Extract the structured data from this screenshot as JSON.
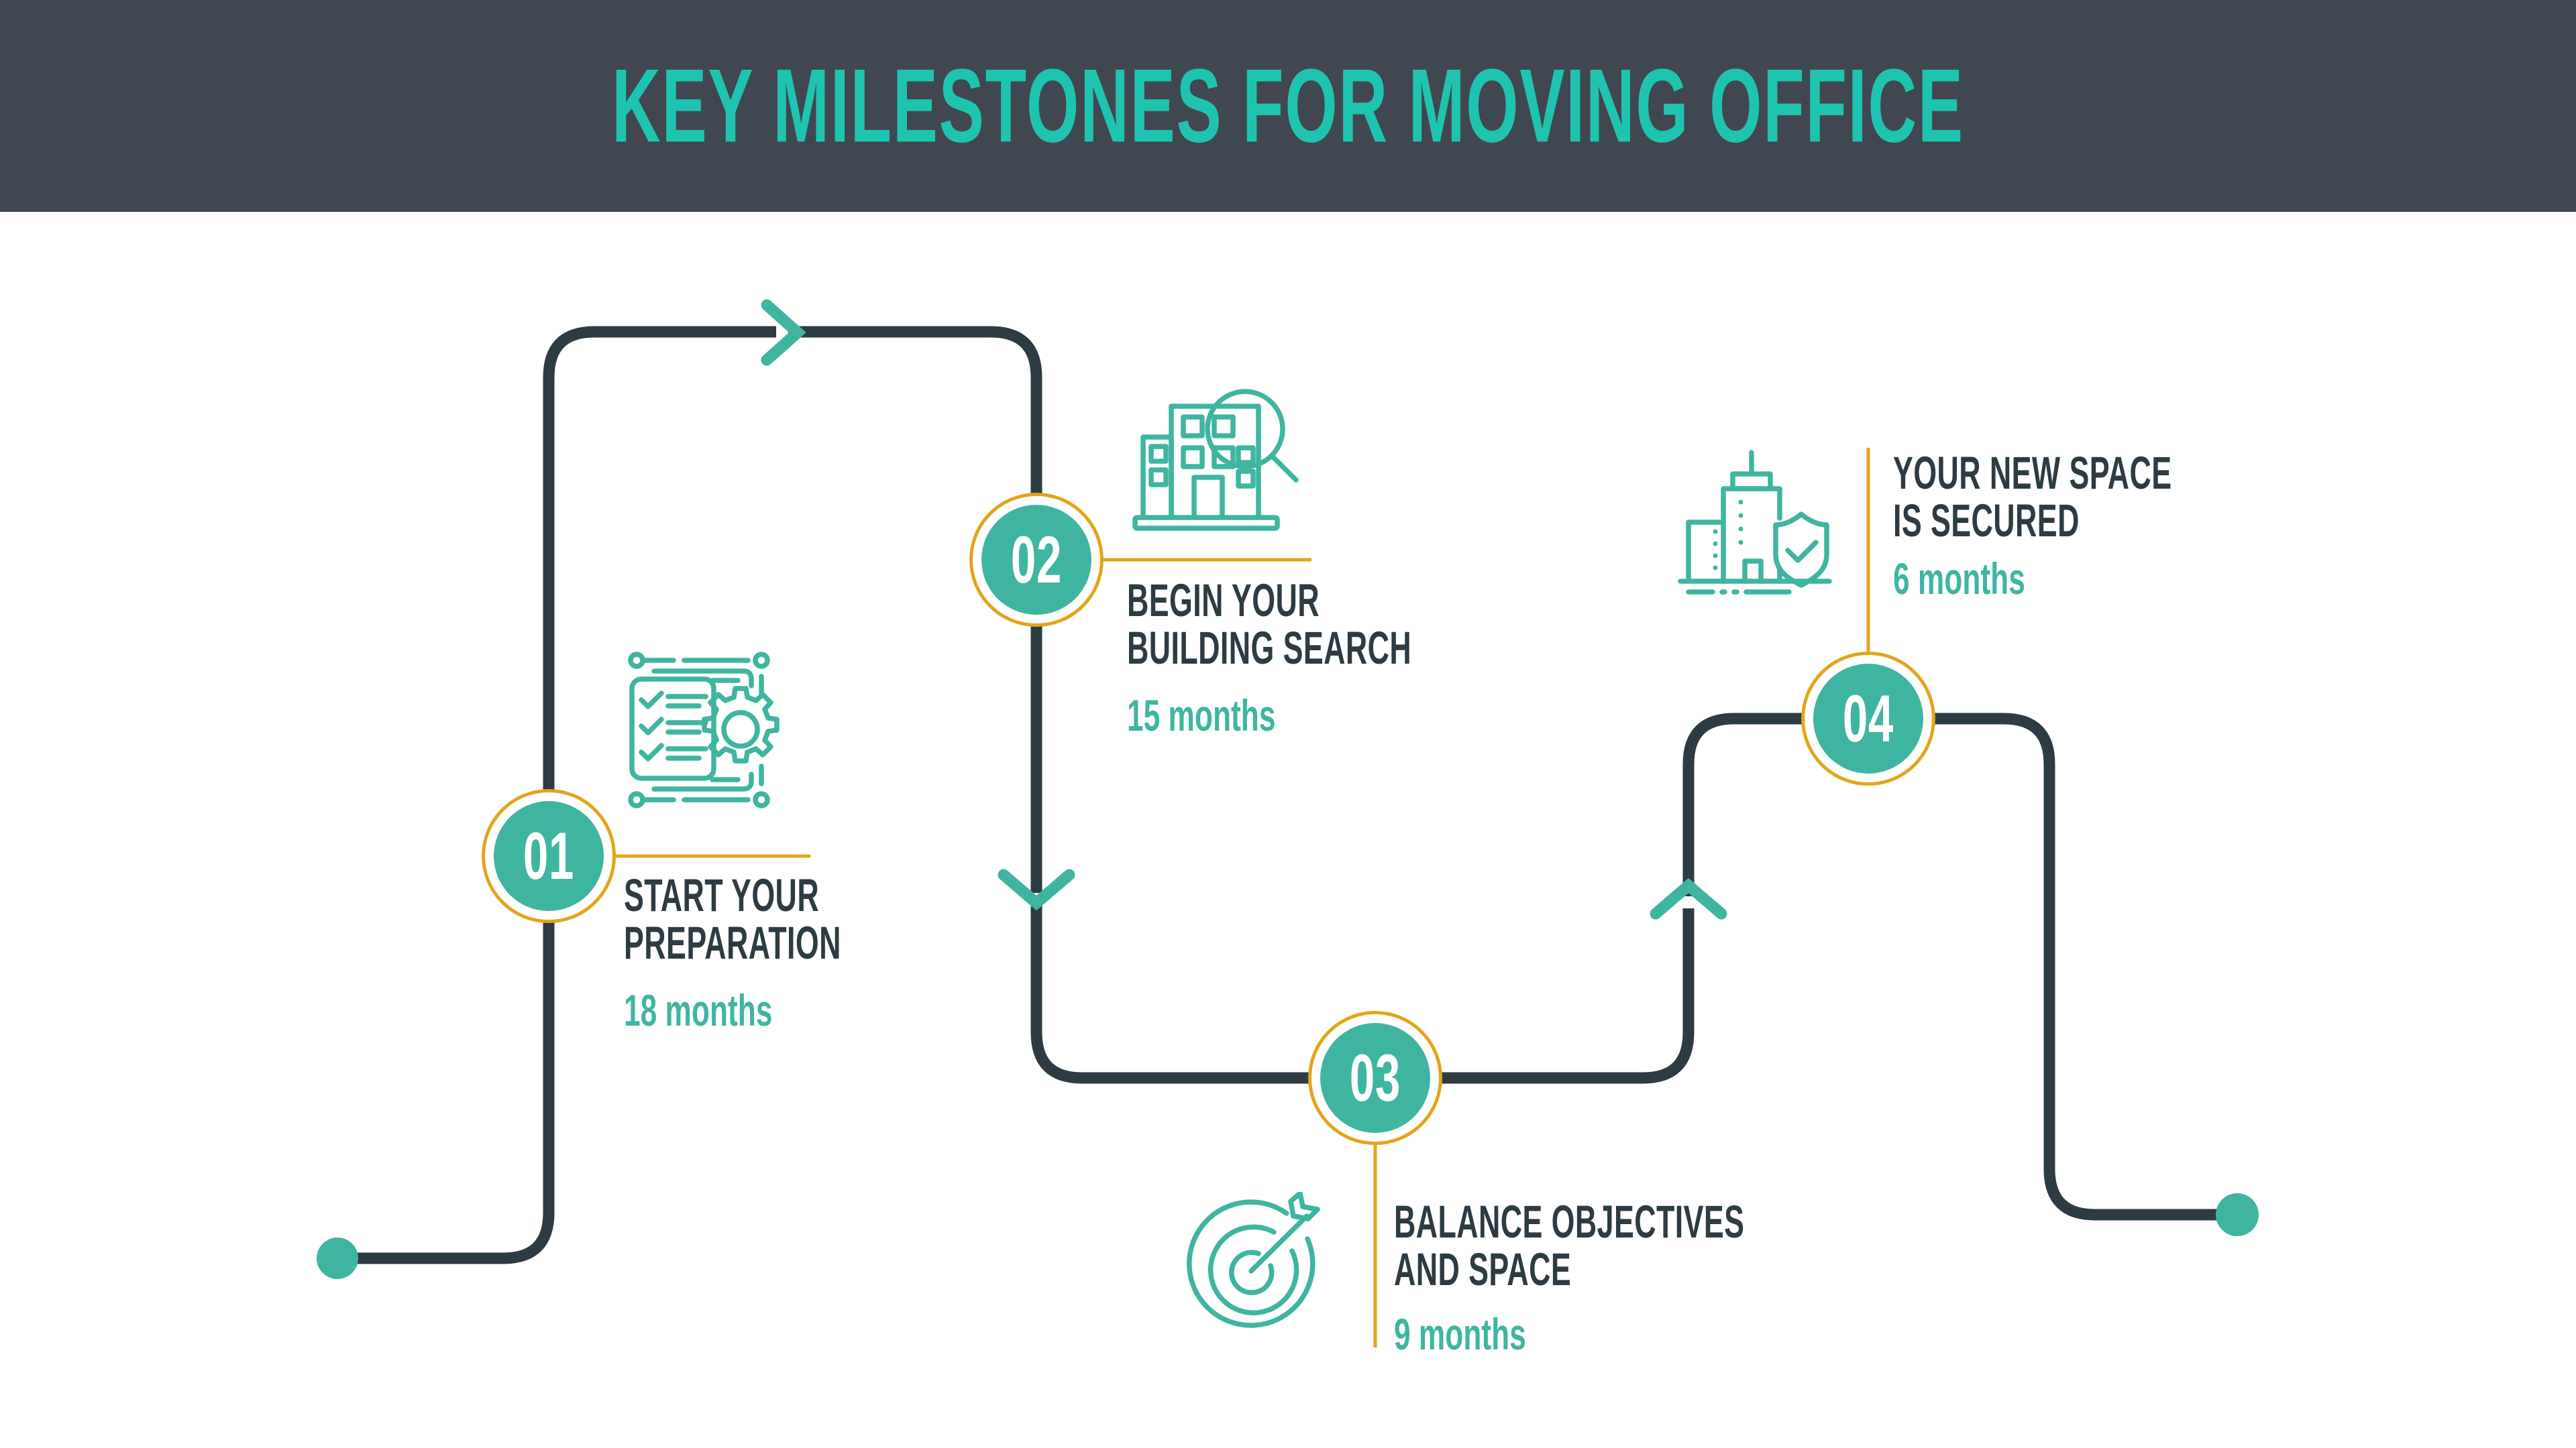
{
  "header": {
    "title": "KEY MILESTONES FOR MOVING OFFICE",
    "background_color": "#404751",
    "title_color": "#1FC4B0"
  },
  "theme": {
    "teal": "#3FB5A1",
    "gold": "#E2A51B",
    "dark_slate": "#2D3B43",
    "path_color": "#2D3B43",
    "background": "#FFFFFF"
  },
  "timeline": {
    "start_marker": "start-dot",
    "end_marker": "end-dot",
    "arrows": [
      "chevron-right-icon",
      "chevron-down-icon",
      "chevron-up-icon"
    ]
  },
  "milestones": [
    {
      "number": "01",
      "title_line1": "START YOUR",
      "title_line2": "PREPARATION",
      "duration": "18 months",
      "icon": "checklist-gear-icon"
    },
    {
      "number": "02",
      "title_line1": "BEGIN YOUR",
      "title_line2": "BUILDING SEARCH",
      "duration": "15 months",
      "icon": "building-search-icon"
    },
    {
      "number": "03",
      "title_line1": "BALANCE OBJECTIVES",
      "title_line2": "AND SPACE",
      "duration": "9 months",
      "icon": "target-arrow-icon"
    },
    {
      "number": "04",
      "title_line1": "YOUR NEW SPACE",
      "title_line2": "IS SECURED",
      "duration": "6 months",
      "icon": "buildings-shield-icon"
    }
  ]
}
